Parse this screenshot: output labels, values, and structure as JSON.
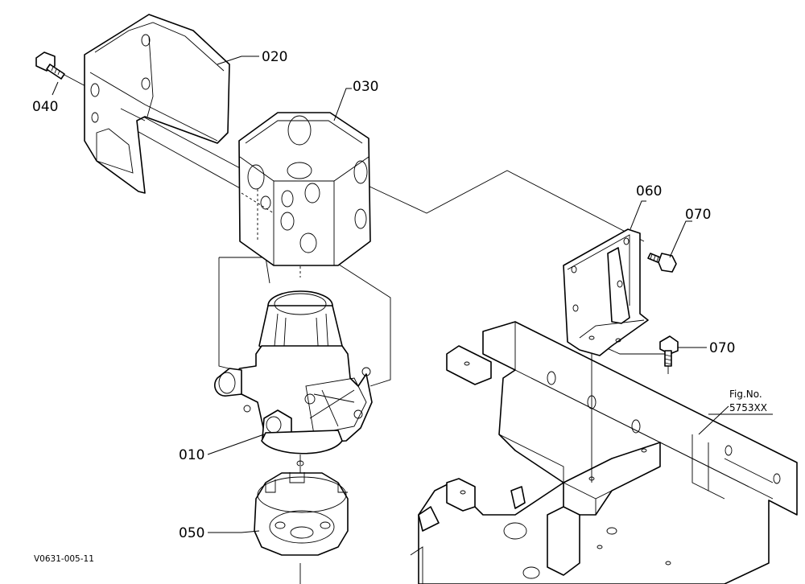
{
  "diagram": {
    "figure_code": "V0631-005-11",
    "reference": {
      "prefix": "Fig.No.",
      "number": "5753XX"
    },
    "callouts": {
      "filter_assembly": "010",
      "cover_upper": "020",
      "cover_case": "030",
      "bolt_left": "040",
      "cap": "050",
      "bracket": "060",
      "bolt_side": "070",
      "bolt_bottom": "070"
    }
  }
}
